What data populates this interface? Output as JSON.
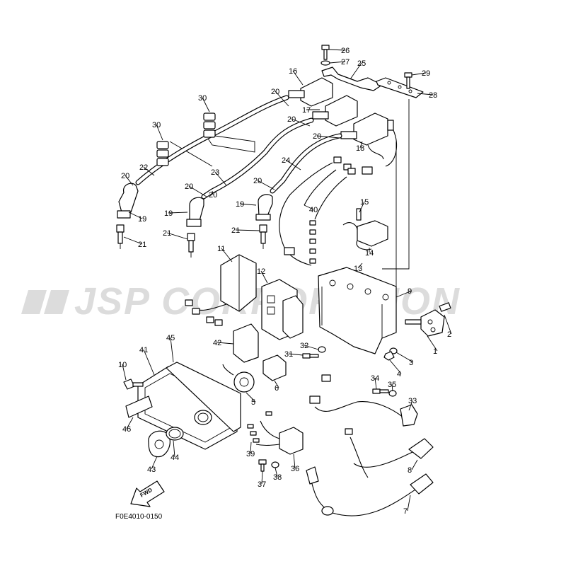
{
  "watermark": {
    "text": "JSP CORPORATION"
  },
  "figure_code": "F0E4010-0150",
  "fwd_arrow": {
    "label": "FWD"
  },
  "callouts": [
    "1",
    "2",
    "3",
    "4",
    "5",
    "6",
    "7",
    "8",
    "9",
    "10",
    "11",
    "12",
    "13",
    "14",
    "15",
    "16",
    "17",
    "18",
    "19",
    "19",
    "19",
    "20",
    "20",
    "20",
    "20",
    "20",
    "20",
    "20",
    "21",
    "21",
    "21",
    "22",
    "23",
    "24",
    "25",
    "26",
    "27",
    "28",
    "29",
    "30",
    "30",
    "31",
    "32",
    "33",
    "34",
    "35",
    "36",
    "37",
    "38",
    "39",
    "40",
    "41",
    "42",
    "43",
    "44",
    "45",
    "46"
  ]
}
